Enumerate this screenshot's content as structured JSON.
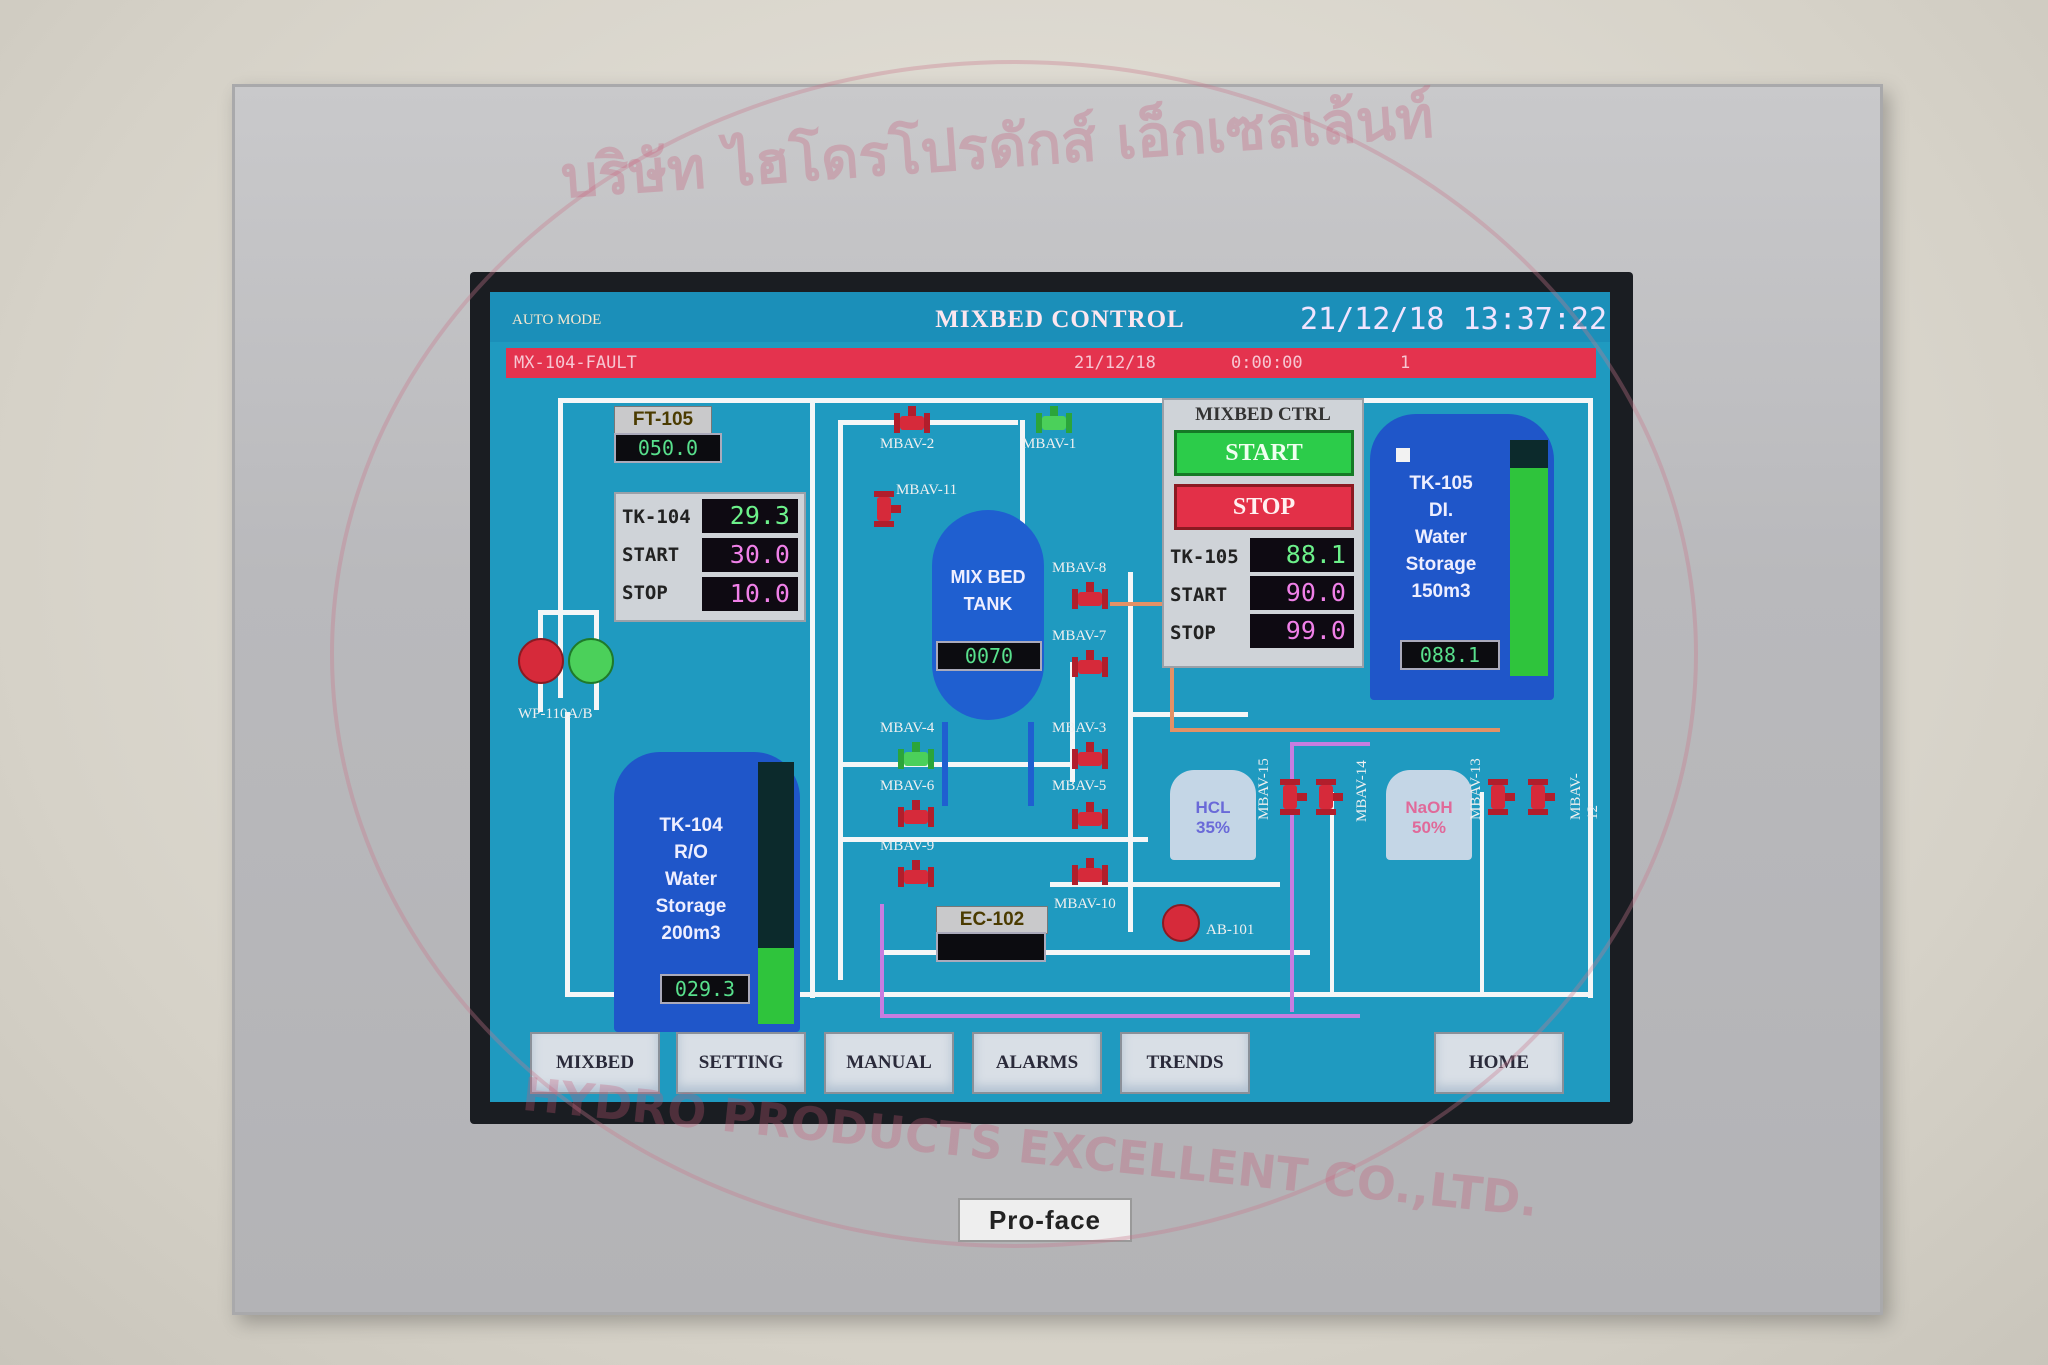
{
  "header": {
    "mode": "AUTO MODE",
    "title": "MIXBED CONTROL",
    "datetime": "21/12/18 13:37:22"
  },
  "alarm": {
    "tag": "MX-104-FAULT",
    "date": "21/12/18",
    "time": "0:00:00",
    "count": "1"
  },
  "ft105": {
    "label": "FT-105",
    "value": "050.0"
  },
  "tk104_panel": {
    "rows": [
      {
        "label": "TK-104",
        "value": "29.3"
      },
      {
        "label": "START",
        "value": "30.0"
      },
      {
        "label": "STOP",
        "value": "10.0"
      }
    ]
  },
  "mixbed_ctrl": {
    "title": "MIXBED CTRL",
    "start_label": "START",
    "stop_label": "STOP",
    "rows": [
      {
        "label": "TK-105",
        "value": "88.1"
      },
      {
        "label": "START",
        "value": "90.0"
      },
      {
        "label": "STOP",
        "value": "99.0"
      }
    ]
  },
  "mix_tank": {
    "name_line1": "MIX BED",
    "name_line2": "TANK",
    "value": "0070"
  },
  "tk105": {
    "lines": [
      "TK-105",
      "DI.",
      "Water",
      "Storage",
      "150m3"
    ],
    "value": "088.1",
    "level": 0.88
  },
  "tk104": {
    "lines": [
      "TK-104",
      "R/O",
      "Water",
      "Storage",
      "200m3"
    ],
    "value": "029.3",
    "level": 0.29
  },
  "pump": {
    "label": "WP-110A/B"
  },
  "blower": {
    "label": "AB-101"
  },
  "ec102": {
    "label": "EC-102",
    "value": ""
  },
  "hcl": {
    "line1": "HCL",
    "line2": "35%"
  },
  "naoh": {
    "line1": "NaOH",
    "line2": "50%"
  },
  "valves": {
    "mbav1": "MBAV-1",
    "mbav2": "MBAV-2",
    "mbav3": "MBAV-3",
    "mbav4": "MBAV-4",
    "mbav5": "MBAV-5",
    "mbav6": "MBAV-6",
    "mbav7": "MBAV-7",
    "mbav8": "MBAV-8",
    "mbav9": "MBAV-9",
    "mbav10": "MBAV-10",
    "mbav11": "MBAV-11",
    "mbav12": "MBAV-12",
    "mbav13": "MBAV-13",
    "mbav14": "MBAV-14",
    "mbav15": "MBAV-15"
  },
  "nav": {
    "mixbed": "MIXBED",
    "setting": "SETTING",
    "manual": "MANUAL",
    "alarms": "ALARMS",
    "trends": "TRENDS",
    "home": "HOME"
  },
  "brand": "Pro-face",
  "watermark": {
    "top_text": "บริษัท ไฮโดรโปรดักส์ เอ็กเซลเล้นท์",
    "bottom_text": "HYDRO PRODUCTS EXCELLENT CO.,LTD."
  },
  "colors": {
    "screen_bg": "#1f9ac0",
    "alarm_bar": "#e4334e",
    "valve_closed": "#d62a3a",
    "valve_open": "#4bd05a",
    "tank_blue": "#1f56c9"
  }
}
